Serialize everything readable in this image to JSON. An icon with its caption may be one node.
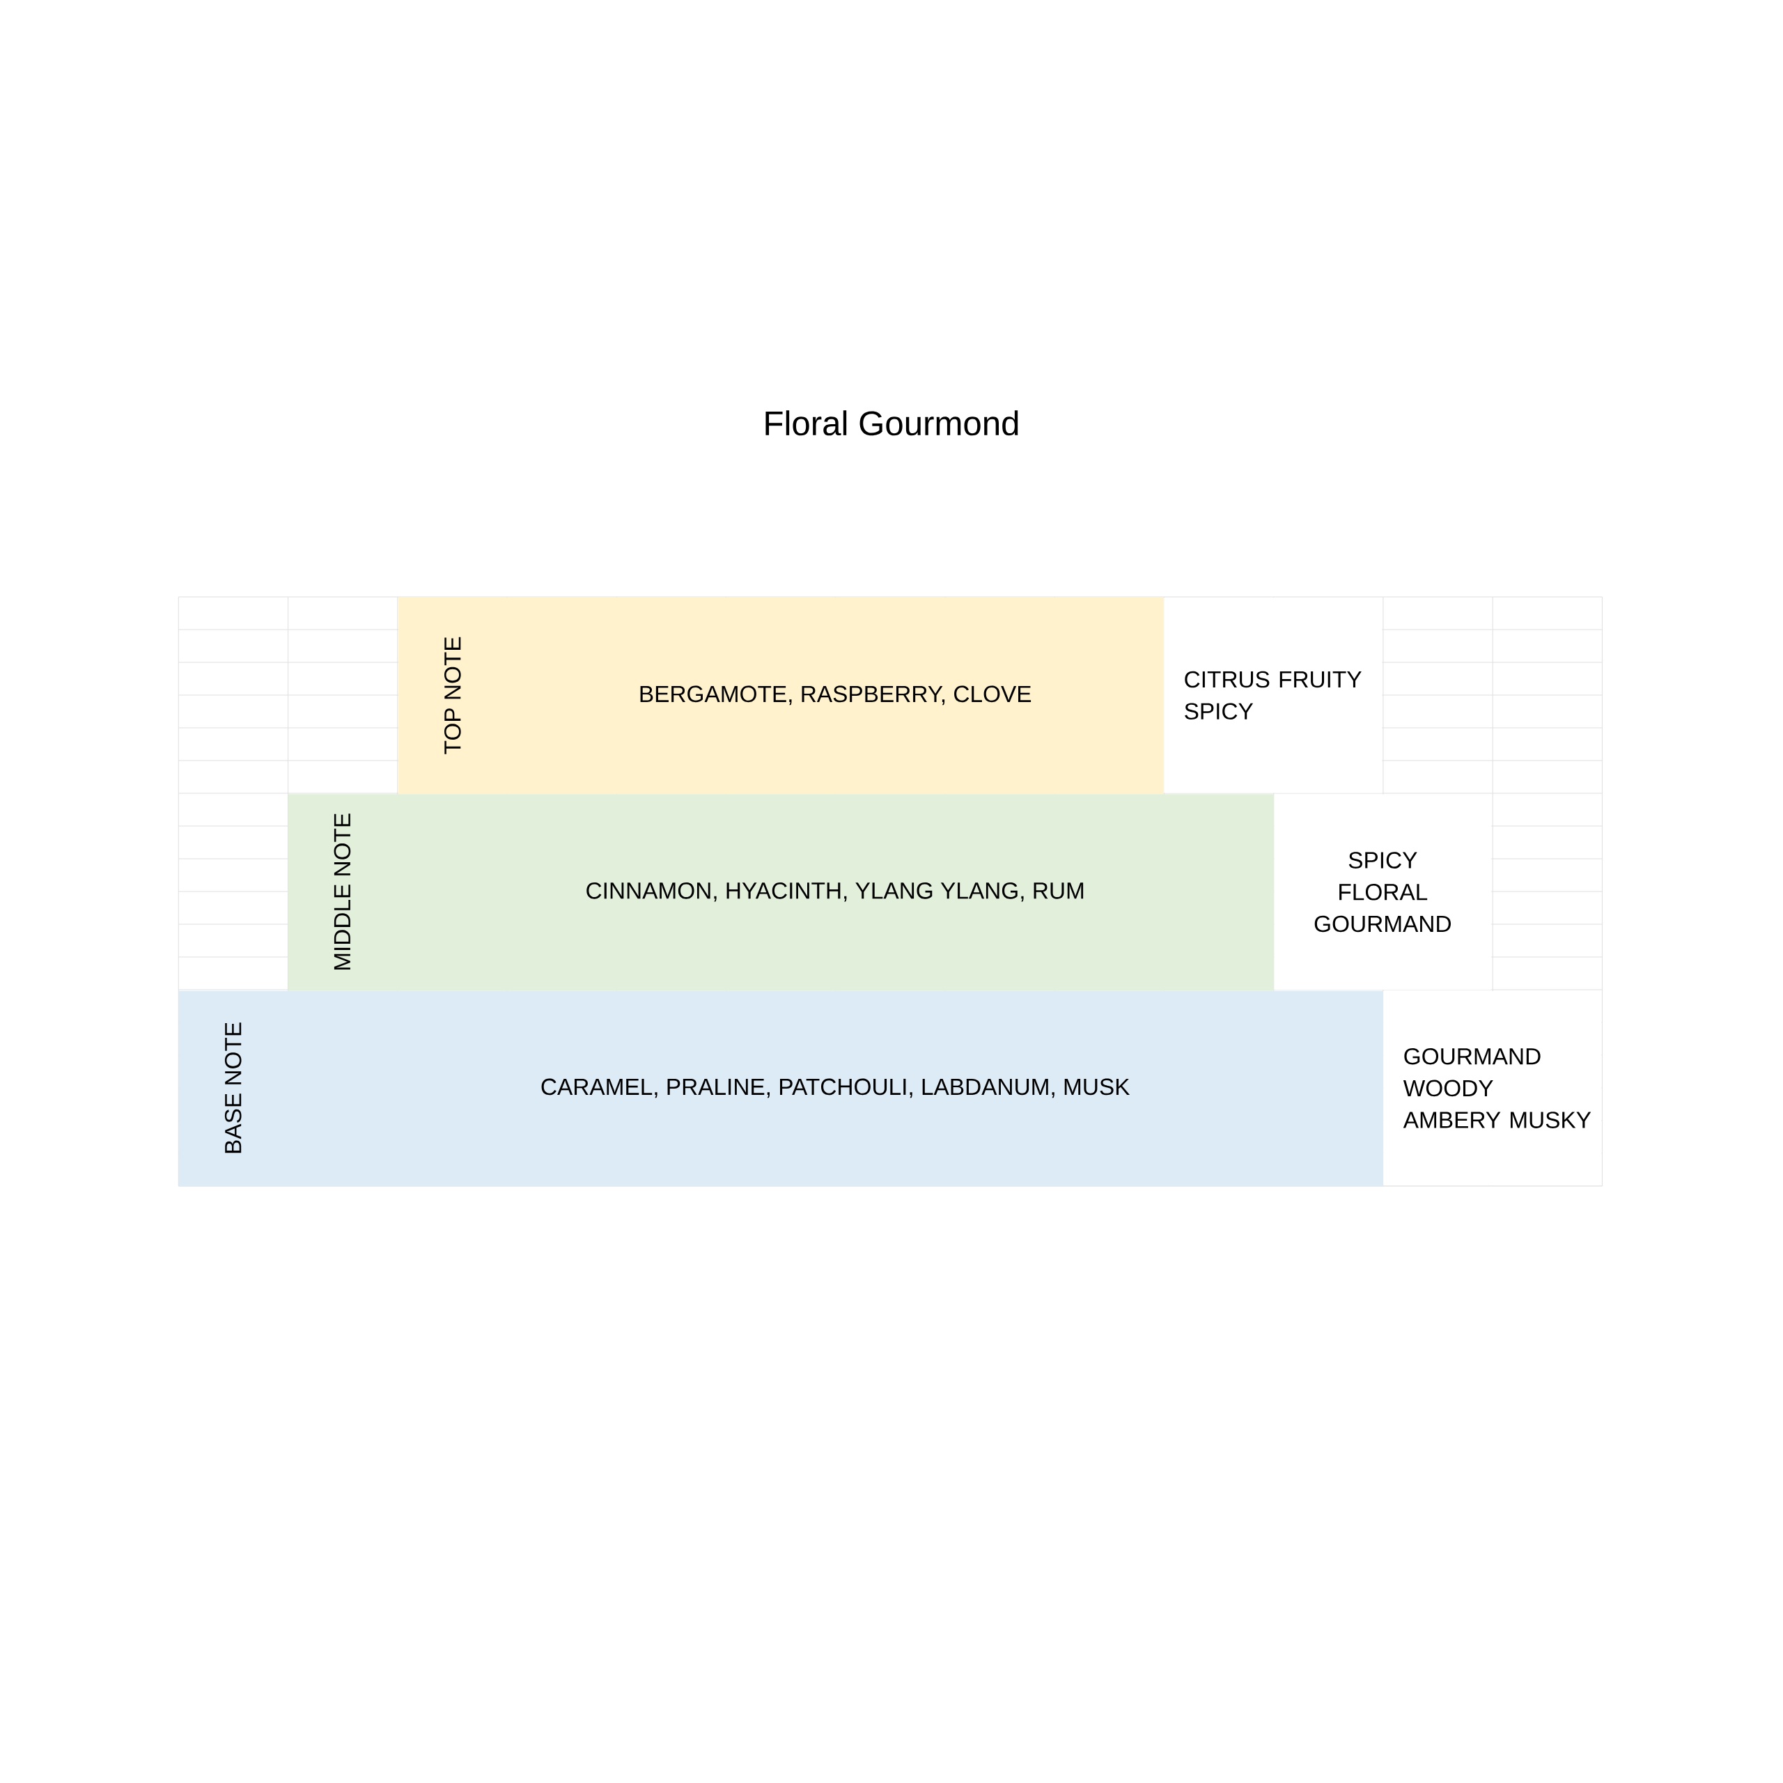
{
  "diagram": {
    "title": "Floral Gourmond",
    "nodes": [
      {
        "text": [
          "TOP NOTE",
          "BERGAMOTE, RASPBERRY, CLOVE"
        ],
        "beside": [
          "CITRUS FRUITY SPICY"
        ]
      },
      {
        "text": [
          "MIDDLE NOTE",
          "CINNAMON, HYACINTH, YLANG YLANG, RUM"
        ],
        "beside": [
          "SPICY FLORAL GOURMAND"
        ]
      },
      {
        "text": [
          "BASE NOTE",
          "CARAMEL, PRALINE, PATCHOULI, LABDANUM, MUSK"
        ],
        "beside": [
          "GOURMAND WOODY AMBERY MUSKY"
        ]
      }
    ]
  }
}
